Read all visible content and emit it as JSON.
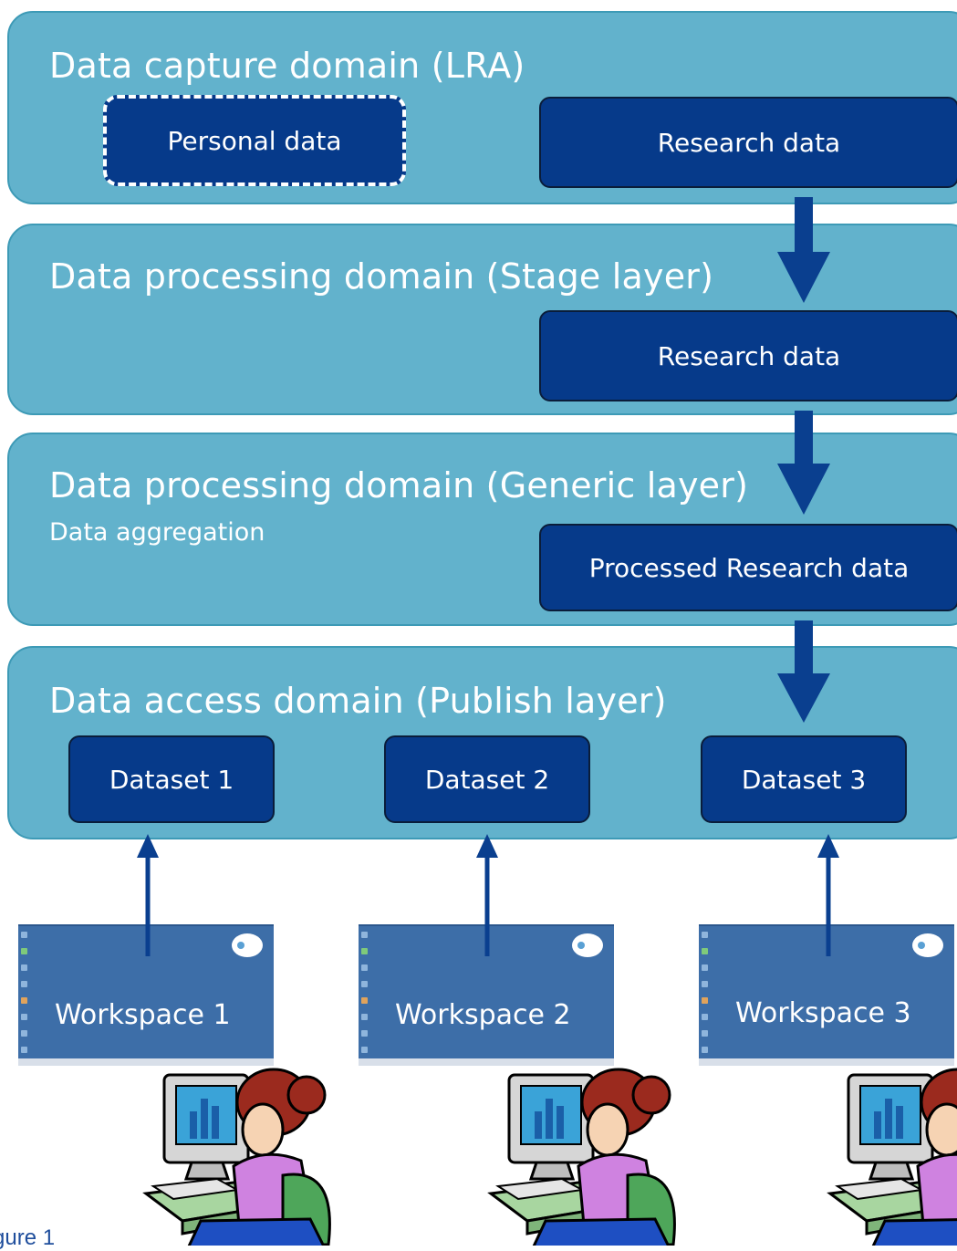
{
  "domains": [
    {
      "title": "Data capture domain (LRA)"
    },
    {
      "title": "Data processing domain (Stage layer)"
    },
    {
      "title": "Data processing domain (Generic layer)",
      "subtitle": "Data aggregation"
    },
    {
      "title": "Data access domain (Publish layer)"
    }
  ],
  "boxes": {
    "personal": "Personal data",
    "research_capture": "Research data",
    "research_stage": "Research data",
    "processed": "Processed Research data",
    "datasets": [
      "Dataset 1",
      "Dataset 2",
      "Dataset 3"
    ]
  },
  "workspaces": [
    "Workspace 1",
    "Workspace 2",
    "Workspace 3"
  ],
  "caption": "gure 1",
  "colors": {
    "domain_fill": "#62b2cc",
    "box_fill": "#063a8a",
    "arrow": "#0a3f8f",
    "workspace_fill": "#3d6ea8"
  }
}
